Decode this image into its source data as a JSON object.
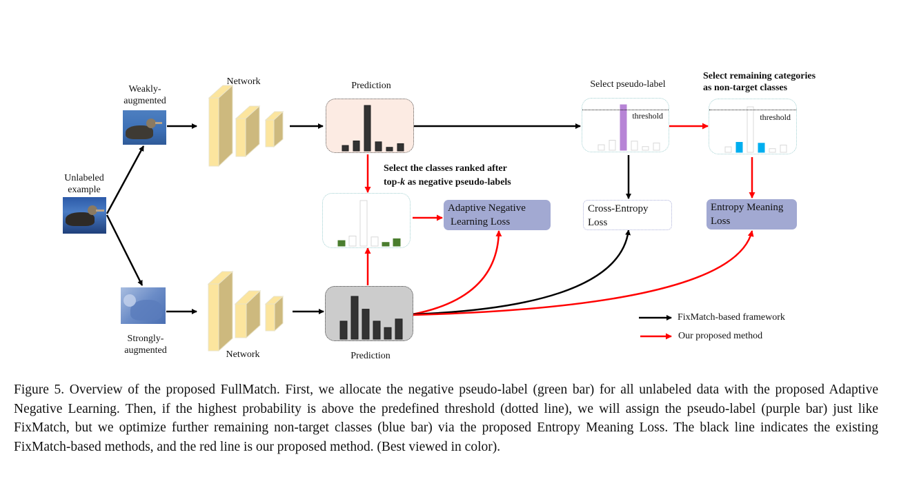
{
  "figure": {
    "labels": {
      "weakly_augmented": "Weakly-\naugmented",
      "weakly_augmented_l1": "Weakly-",
      "weakly_augmented_l2": "augmented",
      "strongly_augmented_l1": "Strongly-",
      "strongly_augmented_l2": "augmented",
      "unlabeled_l1": "Unlabeled",
      "unlabeled_l2": "example",
      "network_top": "Network",
      "network_bottom": "Network",
      "prediction_top": "Prediction",
      "prediction_bottom": "Prediction",
      "select_pseudo_label": "Select pseudo-label",
      "select_remaining_l1": "Select remaining categories",
      "select_remaining_l2": "as non-target classes",
      "select_negative_l1": "Select the classes  ranked after",
      "select_negative_l2_pre": "top-",
      "select_negative_l2_k": "k",
      "select_negative_l2_post": " as negative pseudo-labels",
      "threshold_1": "threshold",
      "threshold_2": "threshold"
    },
    "losses": {
      "adaptive_negative_l1": "Adaptive Negative",
      "adaptive_negative_l2": "Learning Loss",
      "cross_entropy_l1": "Cross-Entropy",
      "cross_entropy_l2": "Loss",
      "entropy_meaning_l1": "Entropy Meaning",
      "entropy_meaning_l2": "Loss"
    },
    "legend": [
      {
        "label": "FixMatch-based framework",
        "color": "#000000"
      },
      {
        "label": "Our proposed method",
        "color": "#ff0000"
      }
    ],
    "bars": {
      "weak_prediction": [
        0.12,
        0.22,
        1.0,
        0.2,
        0.08,
        0.16
      ],
      "strong_prediction": [
        0.42,
        1.0,
        0.7,
        0.42,
        0.27,
        0.47
      ],
      "negative_selection": {
        "values": [
          0.12,
          0.22,
          1.0,
          0.2,
          0.08,
          0.16
        ],
        "highlight": [
          0,
          4,
          5
        ]
      },
      "pseudo_label": {
        "values": [
          0.12,
          0.22,
          1.0,
          0.2,
          0.08,
          0.16
        ],
        "highlight": [
          2
        ]
      },
      "non_target": {
        "values": [
          0.12,
          0.22,
          1.0,
          0.2,
          0.08,
          0.16
        ],
        "highlight": [
          1,
          3
        ]
      }
    },
    "colors": {
      "dark_bar": "#333333",
      "green": "#4a7d2e",
      "purple": "#b784d6",
      "blue": "#00aeef",
      "faded": "#d8d8d8",
      "loss_fill": "#a2a9d2",
      "network_front": "#fce59e",
      "network_side": "#cdb97e",
      "black_arrow": "#000000",
      "red_arrow": "#ff0000"
    }
  },
  "caption": "Figure 5.  Overview of the proposed FullMatch.  First, we allocate the negative pseudo-label (green bar) for all unlabeled data with the proposed Adaptive Negative Learning. Then, if the highest probability is above the predefined threshold (dotted line), we will assign the pseudo-label (purple bar) just like FixMatch, but we optimize further remaining non-target classes (blue bar) via the proposed Entropy Meaning Loss. The black line indicates the existing FixMatch-based methods, and the red line is our proposed method.  (Best viewed in color)."
}
